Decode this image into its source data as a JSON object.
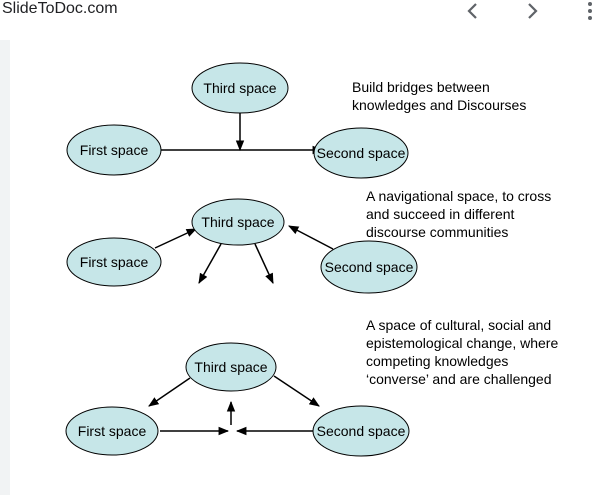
{
  "header": {
    "site_title": "SlideToDoc.com",
    "prev_icon": "chevron-left-icon",
    "next_icon": "chevron-right-icon",
    "menu_icon": "more-vertical-icon"
  },
  "colors": {
    "ellipse_fill": "#c6e6e8",
    "ellipse_stroke": "#000000",
    "arrow": "#000000"
  },
  "diagram1": {
    "third": "Third space",
    "first": "First space",
    "second": "Second space",
    "desc_line1": "Build bridges between",
    "desc_line2": "knowledges and Discourses"
  },
  "diagram2": {
    "third": "Third space",
    "first": "First space",
    "second": "Second space",
    "desc_line1": "A navigational space, to cross",
    "desc_line2": "and succeed in different",
    "desc_line3": "discourse communities"
  },
  "diagram3": {
    "third": "Third space",
    "first": "First space",
    "second": "Second space",
    "desc_line1": "A space of cultural, social and",
    "desc_line2": "epistemological change, where",
    "desc_line3": "competing knowledges",
    "desc_line4": "‘converse’ and are challenged"
  }
}
